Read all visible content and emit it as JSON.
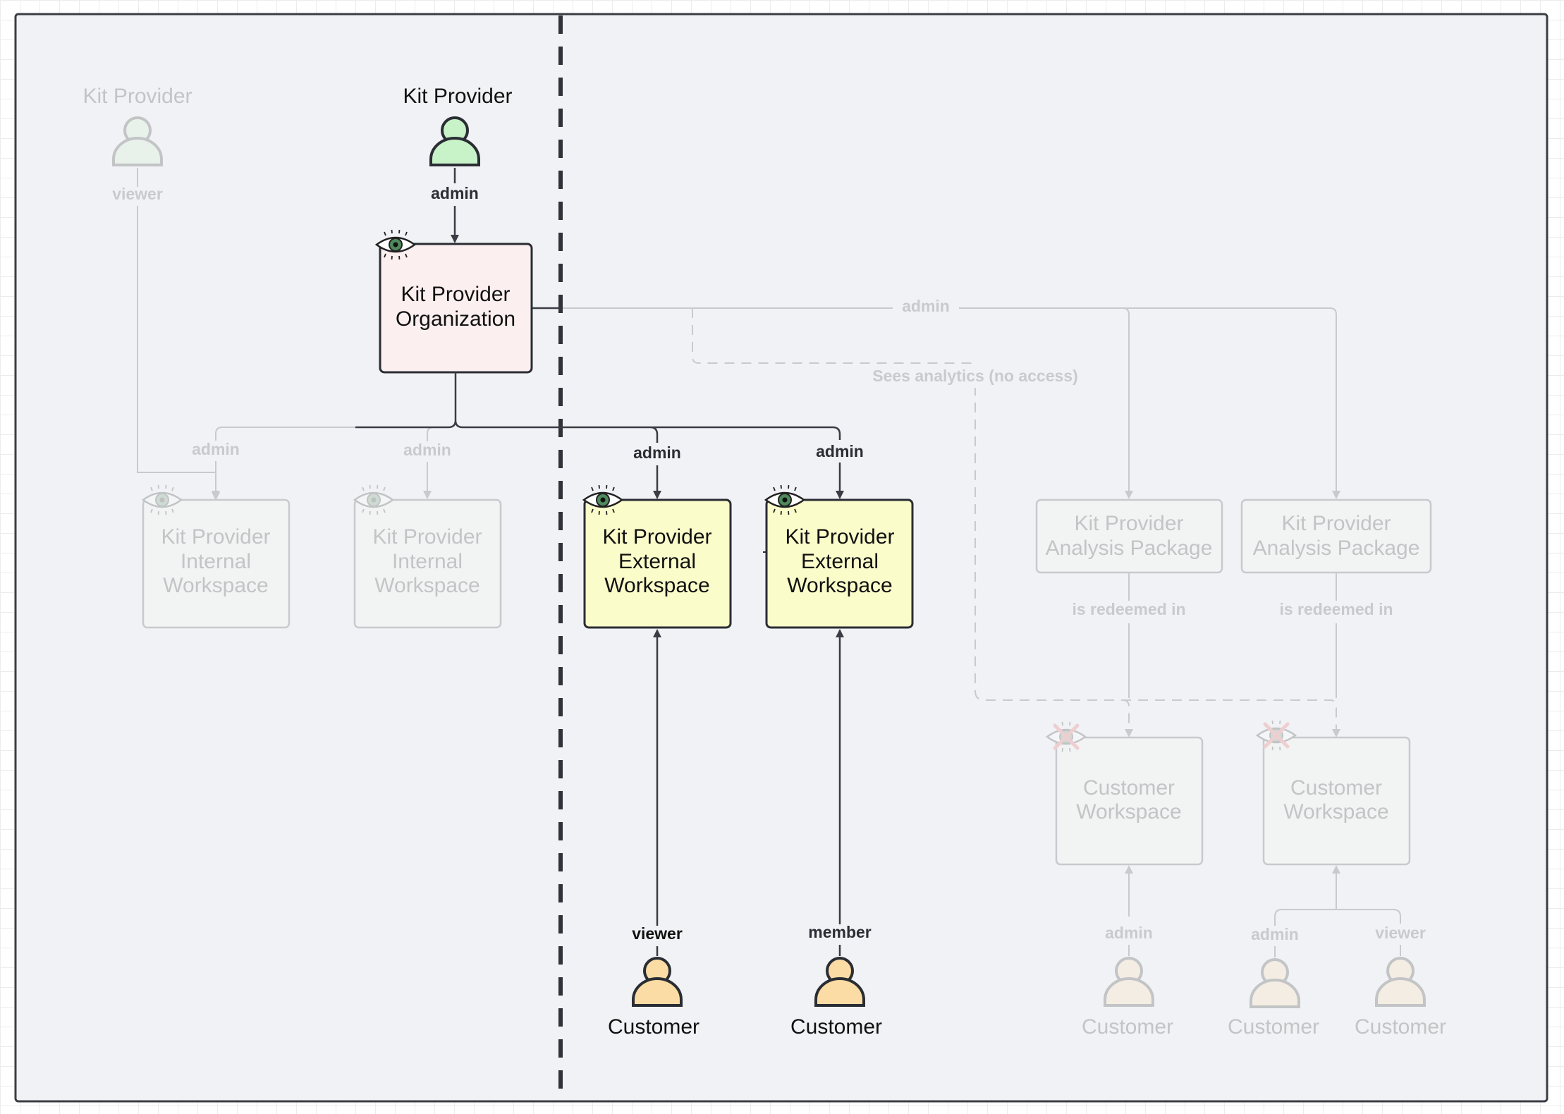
{
  "kit_provider_faded": {
    "label": "Kit Provider",
    "role": "viewer"
  },
  "kit_provider_active": {
    "label": "Kit Provider",
    "role": "admin"
  },
  "organization": {
    "line1": "Kit Provider",
    "line2": "Organization"
  },
  "internal_workspace_1": {
    "line1": "Kit Provider",
    "line2": "Internal",
    "line3": "Workspace",
    "role": "admin"
  },
  "internal_workspace_2": {
    "line1": "Kit Provider",
    "line2": "Internal",
    "line3": "Workspace",
    "role": "admin"
  },
  "external_workspace_1": {
    "line1": "Kit Provider",
    "line2": "External",
    "line3": "Workspace",
    "role": "admin"
  },
  "external_workspace_2": {
    "line1": "Kit Provider",
    "line2": "External",
    "line3": "Workspace",
    "role": "admin"
  },
  "org_to_packages_label": "admin",
  "analytics_label": "Sees analytics (no access)",
  "analysis_package_1": {
    "line1": "Kit Provider",
    "line2": "Analysis Package",
    "edge": "is redeemed in"
  },
  "analysis_package_2": {
    "line1": "Kit Provider",
    "line2": "Analysis Package",
    "edge": "is redeemed in"
  },
  "customer_workspace_1": {
    "line1": "Customer",
    "line2": "Workspace"
  },
  "customer_workspace_2": {
    "line1": "Customer",
    "line2": "Workspace"
  },
  "customer_viewer": {
    "role": "viewer",
    "label": "Customer"
  },
  "customer_member": {
    "role": "member",
    "label": "Customer"
  },
  "customer_faded_1": {
    "role": "admin",
    "label": "Customer"
  },
  "customer_faded_2": {
    "role": "admin",
    "label": "Customer"
  },
  "customer_faded_3": {
    "role": "viewer",
    "label": "Customer"
  },
  "colors": {
    "frame_background": "#f1f2f5",
    "frame_border": "#3a3d44",
    "organization_fill": "#fcefef",
    "external_workspace_fill": "#fafcca",
    "kit_provider_actor_fill": "#c8f2c8",
    "customer_actor_fill": "#fbdca4",
    "faded_node_fill": "#f3f3ec",
    "eye_iris": "#4f8a5c",
    "blocked_cross": "#e45555"
  }
}
